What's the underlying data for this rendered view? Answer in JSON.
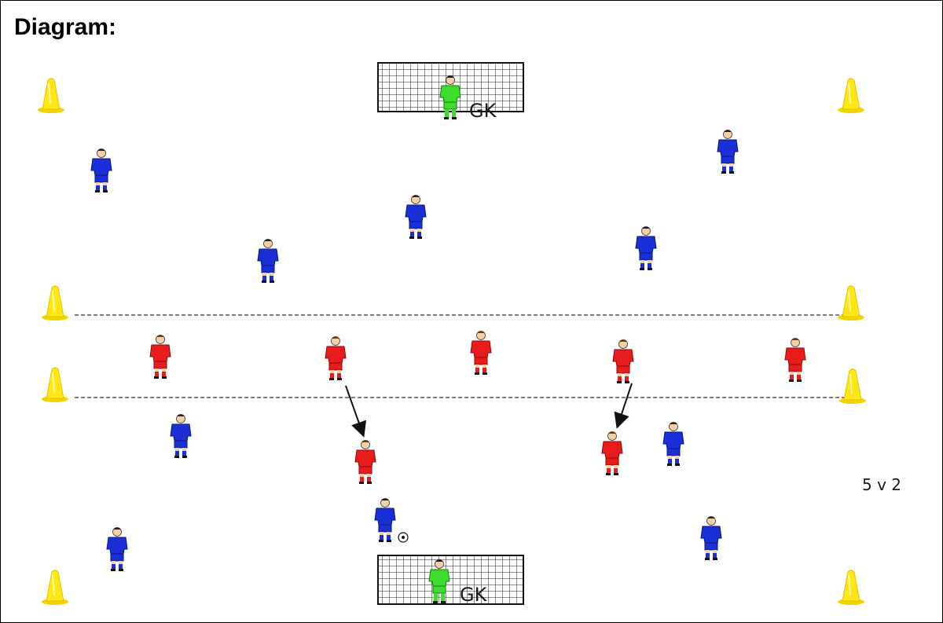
{
  "heading": "Diagram:",
  "goal_top": {
    "keeper_label": "GK"
  },
  "goal_bottom": {
    "keeper_label": "GK"
  },
  "drill_label": "5 v 2",
  "colors": {
    "blue_team": "#1a2fd6",
    "red_team": "#e81c1c",
    "goalkeeper": "#3ddc2e",
    "cone": "#ffe614",
    "net": "#222222"
  },
  "icons": [
    "cone-icon",
    "player-icon",
    "ball-icon",
    "goal-net-icon",
    "arrow-icon"
  ]
}
